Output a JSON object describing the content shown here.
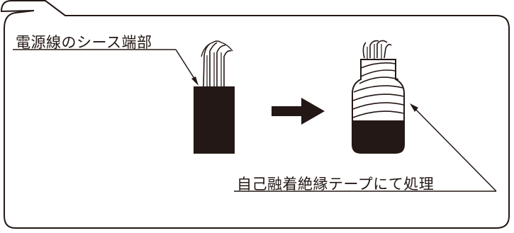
{
  "labels": {
    "sheath_end": "電源線のシース端部",
    "tape_treatment": "自己融着絶縁テープにて処理"
  },
  "colors": {
    "line": "#231815",
    "fill_black": "#231815",
    "background": "#ffffff"
  },
  "arrow": {
    "direction": "right"
  }
}
